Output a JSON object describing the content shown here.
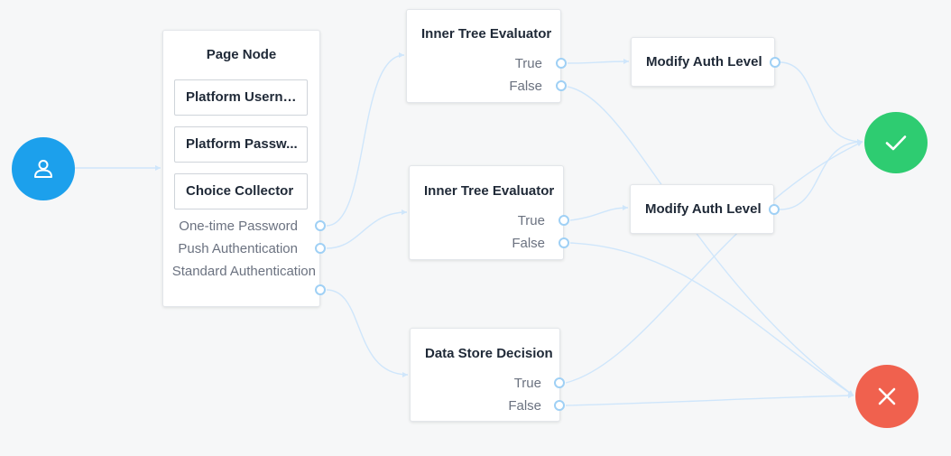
{
  "colors": {
    "start": "#1ca0ec",
    "success": "#2ecc71",
    "failure": "#f0614e",
    "wire": "#cfe6fb",
    "port": "#9fd0f5"
  },
  "start_node": {
    "icon": "user-icon"
  },
  "success_node": {
    "icon": "checkmark-icon"
  },
  "failure_node": {
    "icon": "close-icon"
  },
  "page_node": {
    "title": "Page Node",
    "children": [
      {
        "label": "Platform Userna..."
      },
      {
        "label": "Platform Passw..."
      },
      {
        "label": "Choice Collector"
      }
    ],
    "outcomes": [
      {
        "label": "One-time Password"
      },
      {
        "label": "Push Authentication"
      },
      {
        "label": "Standard Authentication"
      }
    ]
  },
  "inner_tree_1": {
    "title": "Inner Tree Evaluator",
    "outcomes": [
      {
        "label": "True"
      },
      {
        "label": "False"
      }
    ]
  },
  "inner_tree_2": {
    "title": "Inner Tree Evaluator",
    "outcomes": [
      {
        "label": "True"
      },
      {
        "label": "False"
      }
    ]
  },
  "data_store": {
    "title": "Data Store Decision",
    "outcomes": [
      {
        "label": "True"
      },
      {
        "label": "False"
      }
    ]
  },
  "modify_auth_1": {
    "title": "Modify Auth Level"
  },
  "modify_auth_2": {
    "title": "Modify Auth Level"
  }
}
